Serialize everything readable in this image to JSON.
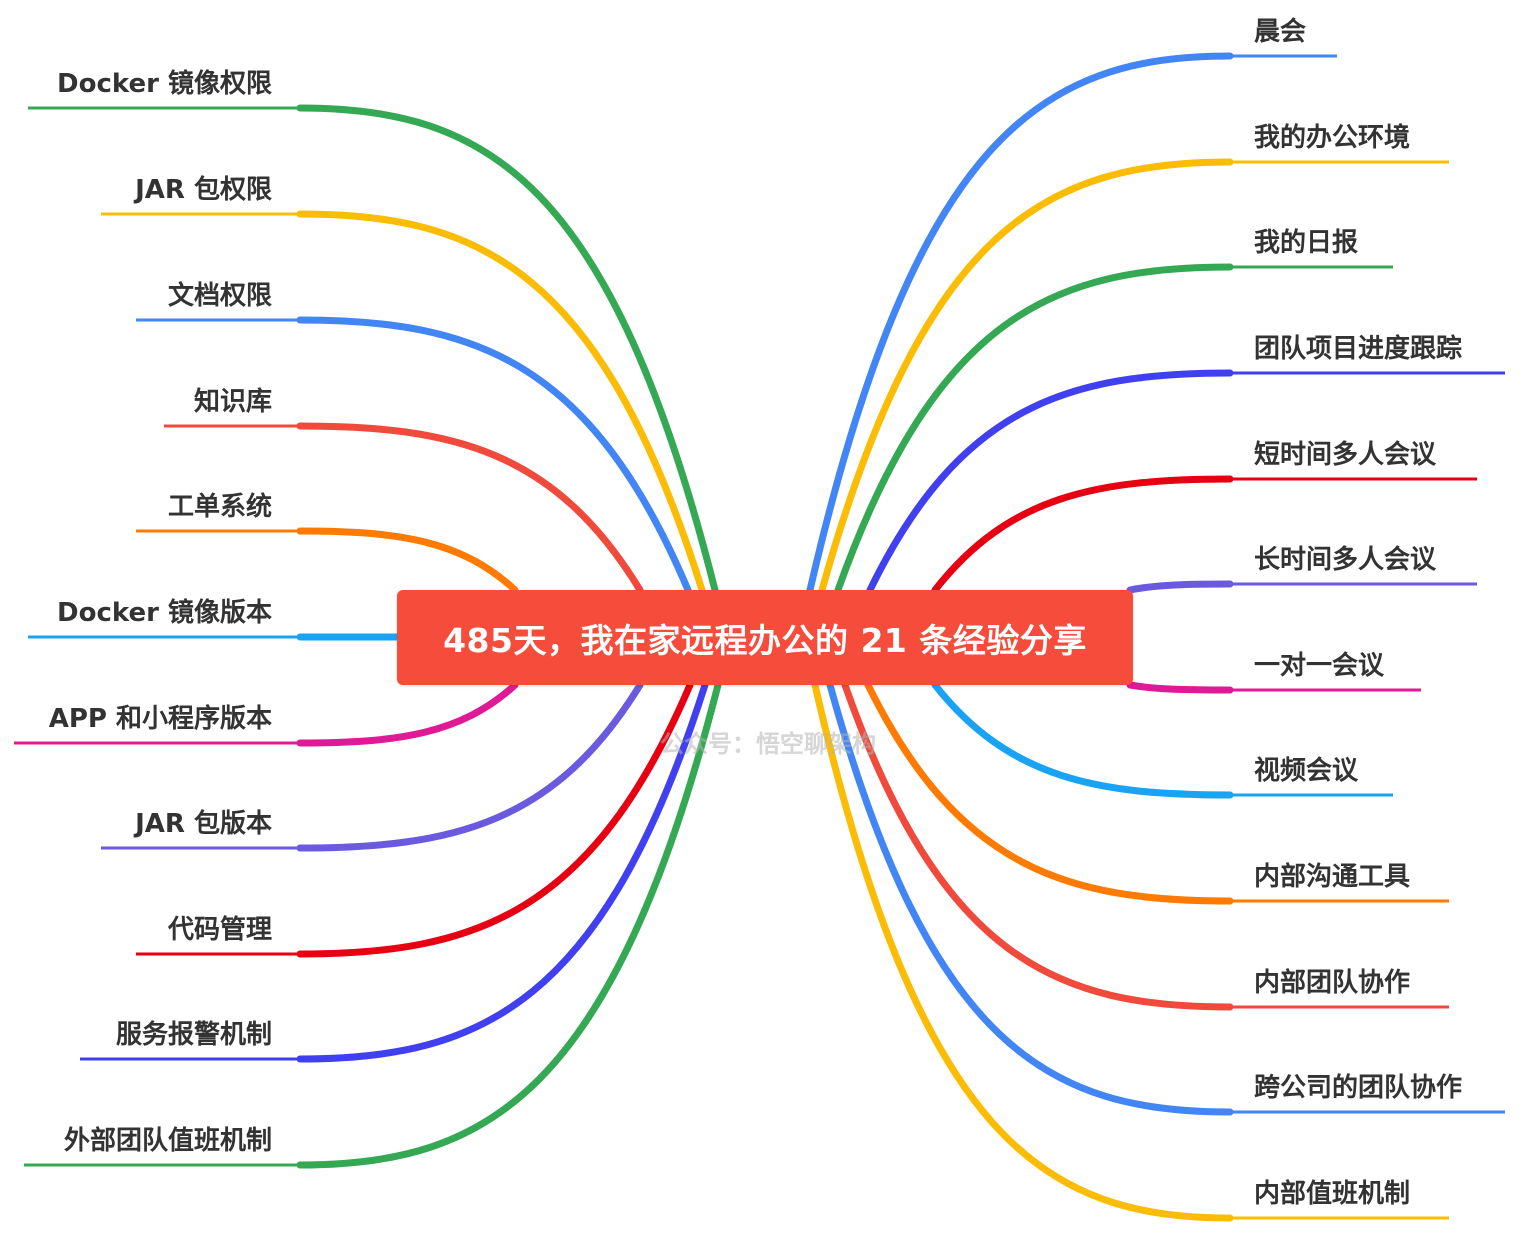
{
  "center": {
    "title": "485天，我在家远程办公的 21 条经验分享"
  },
  "watermark": "公众号：悟空聊架构",
  "left_branches": [
    {
      "label": "Docker 镜像权限",
      "color": "#34a853"
    },
    {
      "label": "JAR 包权限",
      "color": "#fbbc05"
    },
    {
      "label": "文档权限",
      "color": "#4285f4"
    },
    {
      "label": "知识库",
      "color": "#f04a3c"
    },
    {
      "label": "工单系统",
      "color": "#ff7a00"
    },
    {
      "label": "Docker 镜像版本",
      "color": "#1aa3f5"
    },
    {
      "label": "APP 和小程序版本",
      "color": "#e01a96"
    },
    {
      "label": "JAR 包版本",
      "color": "#6b5ae0"
    },
    {
      "label": "代码管理",
      "color": "#e60012"
    },
    {
      "label": "服务报警机制",
      "color": "#4040f0"
    },
    {
      "label": "外部团队值班机制",
      "color": "#34a853"
    }
  ],
  "right_branches": [
    {
      "label": "晨会",
      "color": "#4285f4"
    },
    {
      "label": "我的办公环境",
      "color": "#fbbc05"
    },
    {
      "label": "我的日报",
      "color": "#34a853"
    },
    {
      "label": "团队项目进度跟踪",
      "color": "#4040f0"
    },
    {
      "label": "短时间多人会议",
      "color": "#e60012"
    },
    {
      "label": "长时间多人会议",
      "color": "#6b5ae0"
    },
    {
      "label": "一对一会议",
      "color": "#e01a96"
    },
    {
      "label": "视频会议",
      "color": "#1aa3f5"
    },
    {
      "label": "内部沟通工具",
      "color": "#ff7a00"
    },
    {
      "label": "内部团队协作",
      "color": "#f04a3c"
    },
    {
      "label": "跨公司的团队协作",
      "color": "#4285f4"
    },
    {
      "label": "内部值班机制",
      "color": "#fbbc05"
    }
  ]
}
